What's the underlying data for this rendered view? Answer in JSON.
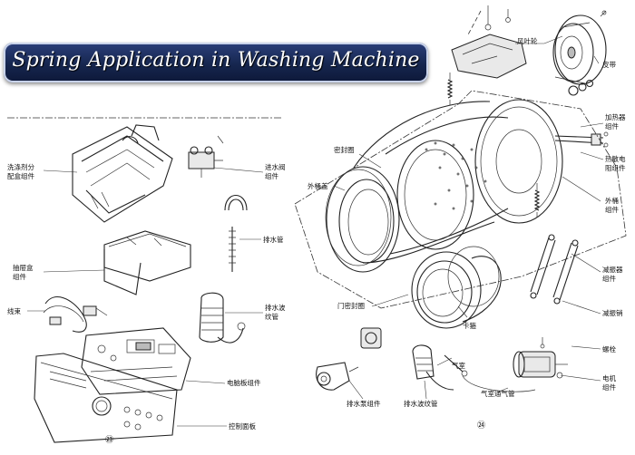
{
  "banner": {
    "title": "Spring Application in Washing Machine"
  },
  "labels": {
    "fan_wheel": "风叶轮",
    "belt": "皮带",
    "heater_1": "加热器",
    "heater_2": "组件",
    "thermistor_1": "热敏电",
    "thermistor_2": "阻组件",
    "outer_tub_1": "外桶",
    "outer_tub_2": "组件",
    "shock_absorber_1": "减振器",
    "shock_absorber_2": "组件",
    "damper_pin": "减振销",
    "bushing": "螺栓",
    "motor_1": "电机",
    "motor_2": "组件",
    "seal_ring": "密封圈",
    "outer_tub_cover": "外桶盖",
    "door_seal": "门密封圈",
    "clamp": "卡箍",
    "air_chamber": "气室",
    "air_chamber_tube": "气室通气管",
    "drain_pump": "排水泵组件",
    "drain_filter": "排水波纹管",
    "detergent_box_1": "洗涤剂分",
    "detergent_box_2": "配盒组件",
    "drawer_1": "抽屉盒",
    "drawer_2": "组件",
    "wire_harness": "线束",
    "inlet_valve_1": "进水阀",
    "inlet_valve_2": "组件",
    "drain_hose": "排水管",
    "drain_bellows_1": "排水波",
    "drain_bellows_2": "纹管",
    "pcb": "电脑板组件",
    "control_panel": "控制面板",
    "fig_left": "㉓",
    "fig_right": "㉔"
  },
  "colors": {
    "banner_top": "#2b3f7a",
    "banner_bottom": "#0d1838",
    "line": "#222222"
  }
}
